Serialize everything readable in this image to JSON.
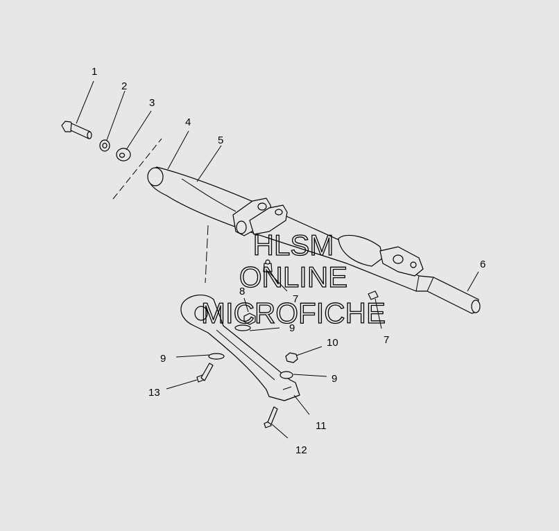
{
  "watermark": {
    "line1": "HLSM",
    "line2": "ONLINE",
    "line3": "MICROFICHE"
  },
  "callouts": [
    "1",
    "2",
    "3",
    "4",
    "5",
    "6",
    "7",
    "7",
    "8",
    "9",
    "9",
    "9",
    "10",
    "11",
    "12",
    "13"
  ],
  "colors": {
    "background": "#e7e7e7",
    "line": "#000000"
  }
}
